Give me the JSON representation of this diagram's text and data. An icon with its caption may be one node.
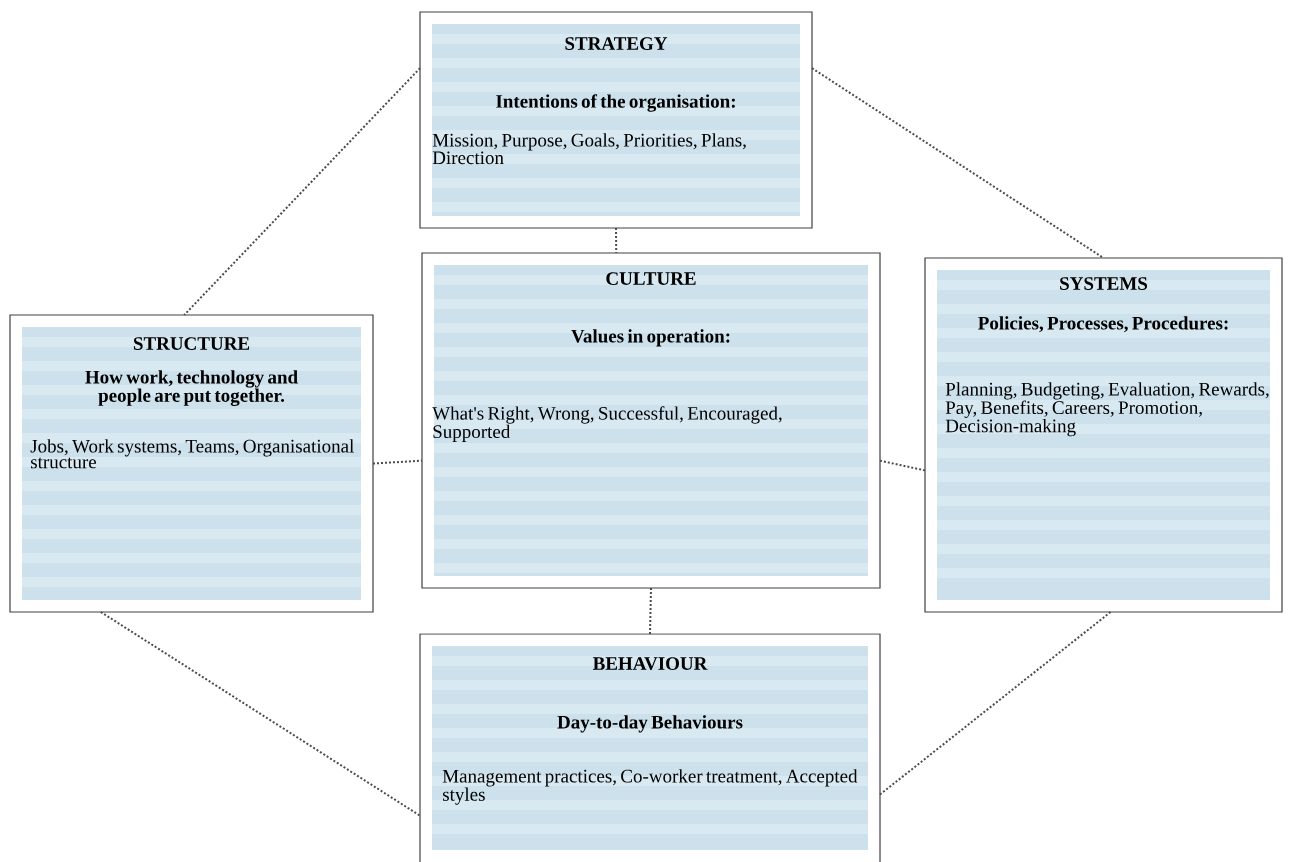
{
  "diagram": {
    "nodes": [
      {
        "text": [
          "STRATEGY",
          "Intentions of the organisation:",
          "Mission, Purpose, Goals, Priorities, Plans, Direction"
        ]
      },
      {
        "text": [
          "STRUCTURE",
          "How work, technology and people are put together.",
          "Jobs, Work systems, Teams, Organisational structure"
        ]
      },
      {
        "text": [
          "CULTURE",
          "Values in operation:",
          "What's Right, Wrong, Successful, Encouraged, Supported"
        ]
      },
      {
        "text": [
          "SYSTEMS",
          "Policies, Processes, Procedures:",
          "Planning, Budgeting, Evaluation, Rewards, Pay, Benefits, Careers, Promotion, Decision-making"
        ]
      },
      {
        "text": [
          "BEHAVIOUR",
          "Day-to-day Behaviours",
          "Management practices, Co-worker treatment, Accepted styles"
        ]
      }
    ],
    "edges": [
      {
        "from": 0,
        "to": 1,
        "arrow": "none"
      },
      {
        "from": 0,
        "to": 3,
        "arrow": "none"
      },
      {
        "from": 0,
        "to": 2,
        "arrow": "none"
      },
      {
        "from": 1,
        "to": 2,
        "arrow": "none"
      },
      {
        "from": 2,
        "to": 3,
        "arrow": "none"
      },
      {
        "from": 2,
        "to": 4,
        "arrow": "none"
      },
      {
        "from": 1,
        "to": 4,
        "arrow": "none"
      },
      {
        "from": 4,
        "to": 3,
        "arrow": "none"
      }
    ]
  }
}
